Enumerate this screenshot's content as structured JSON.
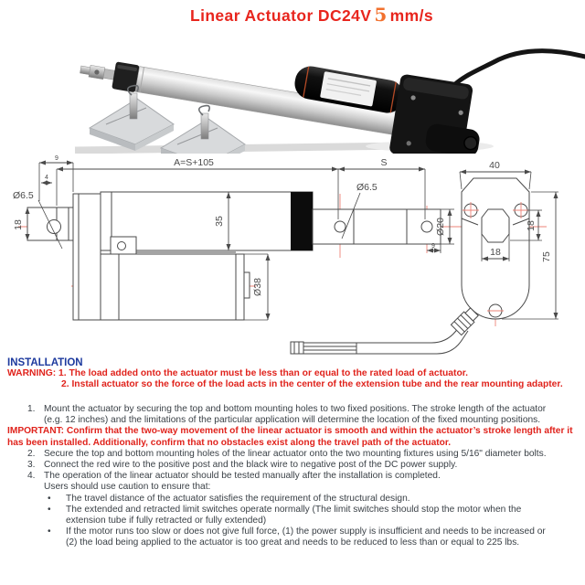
{
  "colors": {
    "title_red": "#e8251d",
    "speed_orange": "#f2712e",
    "heading_blue": "#1d3a9e",
    "warning_red": "#e0231c",
    "body_text": "#3a4046",
    "drawing_line": "#4a4a4a",
    "centerline_red": "#ee8377"
  },
  "title": {
    "part1": "Linear Actuator DC24V",
    "speed": "5",
    "part2": "mm/s"
  },
  "drawing": {
    "dim_total": "A=S+105",
    "dim_stroke": "S",
    "dim_front_hole": "Ø6.5",
    "dim_rear_hole": "Ø6.5",
    "dim_rear_mount_height": "18",
    "dim_rear_offset": "9",
    "dim_rear_offset_small": "4",
    "dim_tube_height": "35",
    "dim_rod_dia": "Ø20",
    "dim_rod_end": "9",
    "dim_motor_dia": "Ø38",
    "dim_adapter_width": "40",
    "dim_adapter_hole_v": "18",
    "dim_adapter_hole_h": "18",
    "dim_adapter_height": "75"
  },
  "installation": {
    "heading": "INSTALLATION",
    "warning_line1": "WARNING: 1. The load added onto the actuator must be less than or equal to the rated load of actuator.",
    "warning_line2": "2. Install actuator so the force of the load acts in the center of the extension tube and the rear mounting adapter.",
    "steps": [
      {
        "num": "1.",
        "text": "Mount the actuator by securing the top and bottom mounting holes to two fixed positions. The stroke length of the actuator (e.g. 12 inches) and the limitations of the particular application will determine the location of the fixed mounting positions."
      },
      {
        "num": "2.",
        "text": "Secure the top and bottom mounting holes of the linear actuator onto the two mounting fixtures using 5/16\" diameter bolts."
      },
      {
        "num": "3.",
        "text": "Connect the red wire to the positive post and the black wire to negative post of the DC power supply."
      },
      {
        "num": "4.",
        "text": "The operation of the linear actuator should be tested manually after the installation is completed."
      }
    ],
    "important": "IMPORTANT: Confirm that the two-way movement of the linear actuator is smooth and within the actuator’s stroke length after it has been installed. Additionally, confirm that no obstacles exist along the travel path of the actuator.",
    "caution_intro": "Users should use caution to ensure that:",
    "bullet_char": "•",
    "bullets": [
      "The travel distance of the actuator satisfies the requirement of the structural design.",
      "The extended and retracted limit switches operate normally (The limit switches should stop the motor when the extension tube if fully retracted or fully extended)",
      "If the motor runs too slow or does not give full force, (1) the power supply is insufficient and needs to be increased or (2) the load being applied to the actuator is too great and needs to be reduced to less than or equal to 225 lbs."
    ]
  }
}
